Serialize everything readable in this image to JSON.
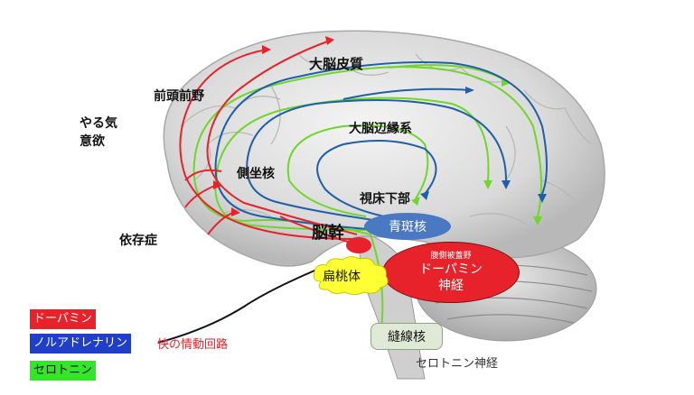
{
  "labels": {
    "cortex": "大脳皮質",
    "prefrontal": "前頭前野",
    "limbic": "大脳辺縁系",
    "accumbens": "側坐核",
    "hypothalamus": "視床下部",
    "brainstem": "脳幹",
    "motivation_line1": "やる気",
    "motivation_line2": "意欲",
    "addiction": "依存症"
  },
  "nuclei": {
    "locus_coeruleus": "青斑核",
    "vta_small": "腹側被蓋野",
    "dopamine_line1": "ドーパミン",
    "dopamine_line2": "神経",
    "amygdala": "扁桃体",
    "raphe": "縫線核",
    "serotonin_nerve": "セロトニン神経"
  },
  "legend": {
    "dopamine": "ドーパミン",
    "noradrenaline": "ノルアドレナリン",
    "pleasure_circuit": "快の情動回路",
    "serotonin": "セロトニン"
  },
  "colors": {
    "dopamine": "#e8222a",
    "noradrenaline": "#1f5fa8",
    "serotonin": "#6fd62a",
    "locus_fill": "#4a78c2",
    "amygdala_fill": "#ffff33",
    "raphe_fill": "#dfe9d6",
    "pleasure_text": "#e8222a"
  },
  "icons": {
    "brain": "brain-sagittal-illustration"
  }
}
